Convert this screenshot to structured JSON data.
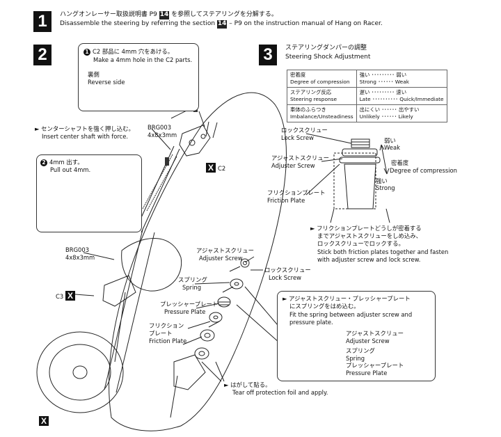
{
  "step1": {
    "number": "1",
    "text_ja_pre": "ハングオンレーサー取扱説明書 P9 ",
    "badge": "14",
    "text_ja_post": " を参照してステアリングを分解する。",
    "text_en_pre": "Disassemble the steering by referring the section ",
    "text_en_post": " – P9 on the instruction manual of Hang on Racer."
  },
  "step2": {
    "number": "2",
    "callout1": {
      "num": "1",
      "ja": "C2 部品に 4mm 穴をあける。",
      "en": "Make a 4mm hole in the C2 parts.",
      "reverse_ja": "裏側",
      "reverse_en": "Reverse side"
    },
    "center_shaft_ja": "► センターシャフトを強く押し込む。",
    "center_shaft_en": "Insert center shaft with force.",
    "callout2": {
      "num": "2",
      "ja": "4mm 出す。",
      "en": "Pull out 4mm."
    },
    "brg_top": {
      "name": "BRG003",
      "size": "4x8x3mm"
    },
    "brg_mid": {
      "name": "BRG003",
      "size": "4x8x3mm"
    },
    "c2_label": "C2",
    "c3_label": "C3",
    "x_mark": "X",
    "adjuster_ja": "アジャストスクリュー",
    "adjuster_en": "Adjuster Screw",
    "lock_ja": "ロックスクリュー",
    "lock_en": "Lock Screw",
    "spring_ja": "スプリング",
    "spring_en": "Spring",
    "pressure_ja": "プレッシャープレート",
    "pressure_en": "Pressure Plate",
    "friction_ja1": "フリクション",
    "friction_ja2": "プレート",
    "friction_en": "Friction Plate",
    "tear_ja": "► はがして貼る。",
    "tear_en": "Tear off protection foil and apply.",
    "fit_box": {
      "ja1": "► アジャストスクリュー・プレッシャープレート",
      "ja2": "にスプリングをはめ込む。",
      "en1": "Fit the spring between adjuster screw and",
      "en2": "pressure plate.",
      "adjuster_ja": "アジャストスクリュー",
      "adjuster_en": "Adjuster Screw",
      "spring_ja": "スプリング",
      "spring_en": "Spring",
      "pressure_ja": "プレッシャープレート",
      "pressure_en": "Pressure Plate"
    }
  },
  "step3": {
    "number": "3",
    "title_ja": "ステアリングダンパーの調整",
    "title_en": "Steering Shock Adjustment",
    "table": [
      {
        "ja": "密着度",
        "en": "Degree of compression",
        "v_ja": "強い ･････････ 弱い",
        "v_en": "Strong ･･････ Weak"
      },
      {
        "ja": "ステアリング反応",
        "en": "Steering response",
        "v_ja": "遅い ･････････ 速い",
        "v_en": "Late ･･････････ Quick/Immediate"
      },
      {
        "ja": "車体のふらつき",
        "en": "Imbalance/Unsteadiness",
        "v_ja": "出にくい ･･････ 出やすい",
        "v_en": "Unlikely ･･････ Likely"
      }
    ],
    "lock_ja": "ロックスクリュー",
    "lock_en": "Lock Screw",
    "adjuster_ja": "アジャストスクリュー",
    "adjuster_en": "Adjuster Screw",
    "friction_ja": "フリクションプレート",
    "friction_en": "Friction Plate",
    "weak_ja": "弱い",
    "weak_en": "Weak",
    "strong_ja": "強い",
    "strong_en": "Strong",
    "degree_ja": "密着度",
    "degree_en": "Degree of compression",
    "note_ja1": "► フリクションプレートどうしが密着する",
    "note_ja2": "までアジャストスクリューをしめ込み、",
    "note_ja3": "ロックスクリューでロックする。",
    "note_en1": "Stick both friction plates together and fasten",
    "note_en2": "with adjuster screw and lock screw."
  }
}
